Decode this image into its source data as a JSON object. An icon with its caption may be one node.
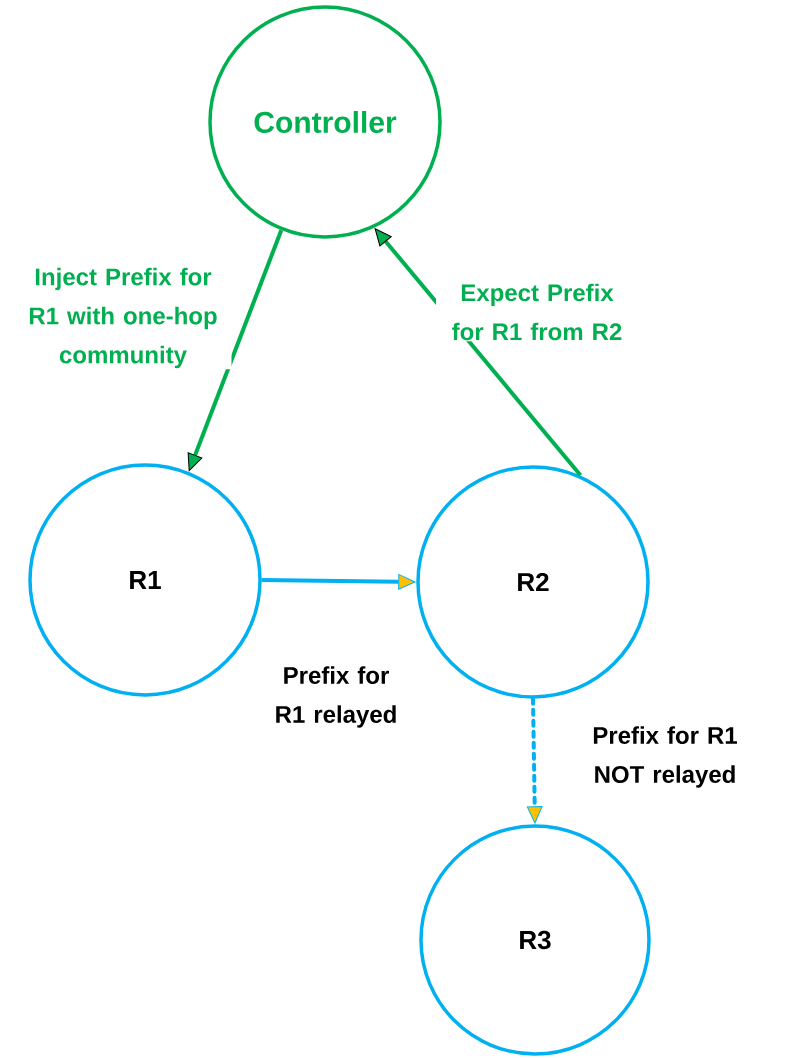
{
  "diagram": {
    "nodes": [
      {
        "text": [
          "Controller"
        ]
      },
      {
        "text": [
          "R1"
        ]
      },
      {
        "text": [
          "R2"
        ]
      },
      {
        "text": [
          "R3"
        ]
      }
    ],
    "edges": [
      {
        "from": 0,
        "to": 1,
        "arrow": "to",
        "label": "Inject Prefix for R1 with one-hop community",
        "color": "#00b050"
      },
      {
        "from": 2,
        "to": 0,
        "arrow": "to",
        "label": "Expect Prefix for R1 from R2",
        "color": "#00b050"
      },
      {
        "from": 1,
        "to": 2,
        "arrow": "to",
        "label": "Prefix for R1 relayed",
        "color": "#00b0f0"
      },
      {
        "from": 2,
        "to": 3,
        "arrow": "to",
        "label": "Prefix for R1 NOT relayed",
        "style": "dashed",
        "color": "#00b0f0"
      }
    ]
  }
}
